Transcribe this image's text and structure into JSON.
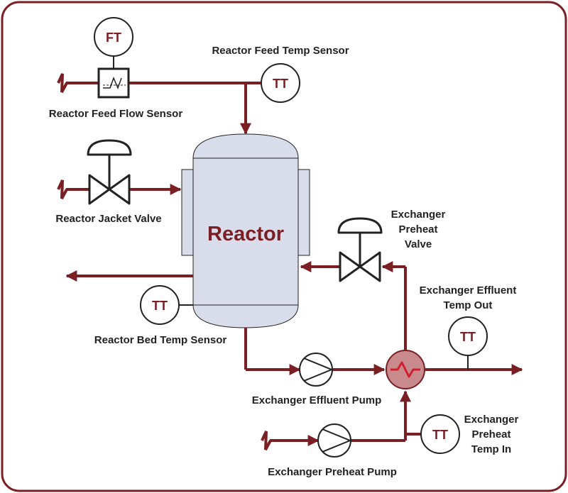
{
  "colors": {
    "pipe": "#7a1f24",
    "frame": "#7a1f24",
    "vessel_fill": "#d9dcea",
    "exchanger_fill": "#c98a8e",
    "exchanger_wave": "#d02030",
    "text": "#222222"
  },
  "reactor": {
    "title": "Reactor"
  },
  "instruments": {
    "feed_flow": {
      "tag": "FT",
      "label": "Reactor Feed Flow Sensor"
    },
    "feed_temp": {
      "tag": "TT",
      "label": "Reactor Feed Temp Sensor"
    },
    "bed_temp": {
      "tag": "TT",
      "label": "Reactor Bed Temp Sensor"
    },
    "effluent_temp": {
      "tag": "TT",
      "label_line1": "Exchanger Effluent",
      "label_line2": "Temp Out"
    },
    "preheat_temp": {
      "tag": "TT",
      "label_line1": "Exchanger",
      "label_line2": "Preheat",
      "label_line3": "Temp In"
    }
  },
  "valves": {
    "jacket": {
      "label": "Reactor Jacket Valve"
    },
    "preheat": {
      "label_line1": "Exchanger",
      "label_line2": "Preheat",
      "label_line3": "Valve"
    }
  },
  "pumps": {
    "effluent": {
      "label": "Exchanger Effluent Pump"
    },
    "preheat": {
      "label": "Exchanger Preheat Pump"
    }
  },
  "icons": [
    "flow-element-icon",
    "control-valve-icon",
    "pump-icon",
    "heat-exchanger-icon",
    "source-break-icon",
    "arrow-head-icon"
  ]
}
